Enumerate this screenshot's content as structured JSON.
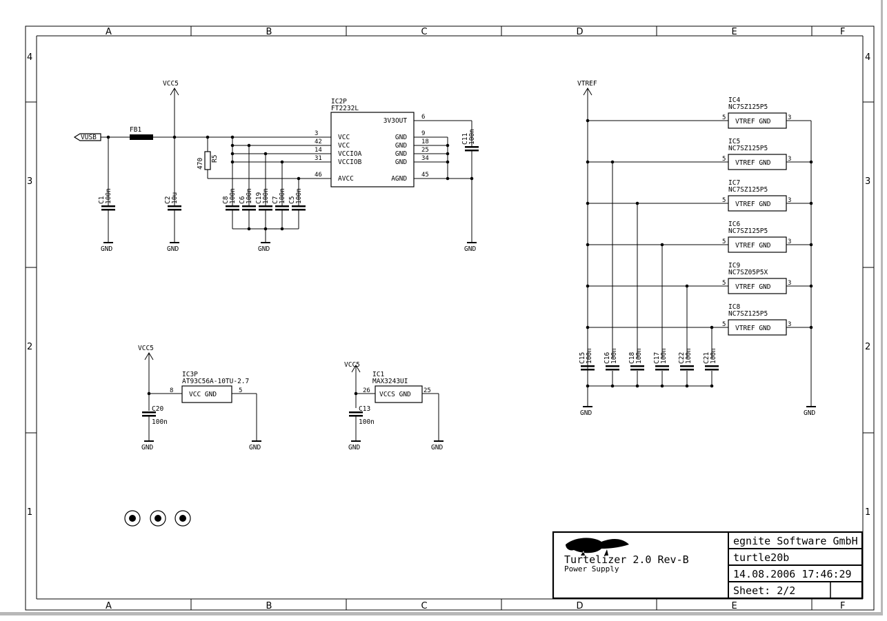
{
  "frame": {
    "columns": [
      "A",
      "B",
      "C",
      "D",
      "E",
      "F"
    ],
    "rows": [
      "4",
      "3",
      "2",
      "1"
    ]
  },
  "labels": {
    "vusb": "VUSB",
    "vcc5": "VCC5",
    "vtref": "VTREF",
    "gnd": "GND",
    "fb1": "FB1",
    "r5_val": "470",
    "r5_name": "R5"
  },
  "ic2": {
    "name": "IC2P",
    "part": "FT2232L",
    "left_pins": [
      {
        "num": "3",
        "name": "VCC"
      },
      {
        "num": "42",
        "name": "VCC"
      },
      {
        "num": "14",
        "name": "VCCIOA"
      },
      {
        "num": "31",
        "name": "VCCIOB"
      },
      {
        "num": "46",
        "name": "AVCC"
      }
    ],
    "right_pins": [
      {
        "num": "6",
        "name": "3V3OUT"
      },
      {
        "num": "9",
        "name": "GND"
      },
      {
        "num": "18",
        "name": "GND"
      },
      {
        "num": "25",
        "name": "GND"
      },
      {
        "num": "34",
        "name": "GND"
      },
      {
        "num": "45",
        "name": "AGND"
      }
    ]
  },
  "caps_top": [
    {
      "name": "C1",
      "value": "100n"
    },
    {
      "name": "C2",
      "value": "10u"
    },
    {
      "name": "C8",
      "value": "100n"
    },
    {
      "name": "C6",
      "value": "100n"
    },
    {
      "name": "C19",
      "value": "100n"
    },
    {
      "name": "C7",
      "value": "100n"
    },
    {
      "name": "C5",
      "value": "100n"
    },
    {
      "name": "C11",
      "value": "100n"
    }
  ],
  "buffers": [
    {
      "name": "IC4",
      "part": "NC7SZ125P5",
      "pin_in": "5",
      "pin_out": "3",
      "text": "VTREF  GND"
    },
    {
      "name": "IC5",
      "part": "NC7SZ125P5",
      "pin_in": "5",
      "pin_out": "3",
      "text": "VTREF  GND"
    },
    {
      "name": "IC7",
      "part": "NC7SZ125P5",
      "pin_in": "5",
      "pin_out": "3",
      "text": "VTREF  GND"
    },
    {
      "name": "IC6",
      "part": "NC7SZ125P5",
      "pin_in": "5",
      "pin_out": "3",
      "text": "VTREF  GND"
    },
    {
      "name": "IC9",
      "part": "NC7SZ05P5X",
      "pin_in": "5",
      "pin_out": "3",
      "text": "VTREF  GND"
    },
    {
      "name": "IC8",
      "part": "NC7SZ125P5",
      "pin_in": "5",
      "pin_out": "3",
      "text": "VTREF  GND"
    }
  ],
  "caps_right": [
    {
      "name": "C15",
      "value": "100n"
    },
    {
      "name": "C16",
      "value": "100n"
    },
    {
      "name": "C18",
      "value": "100n"
    },
    {
      "name": "C17",
      "value": "100n"
    },
    {
      "name": "C22",
      "value": "100n"
    },
    {
      "name": "C21",
      "value": "100n"
    }
  ],
  "ic3": {
    "name": "IC3P",
    "part": "AT93C56A-10TU-2.7",
    "pin_left": "8",
    "pin_right": "5",
    "text": "VCC  GND",
    "cap_name": "C20",
    "cap_value": "100n"
  },
  "ic1": {
    "name": "IC1",
    "part": "MAX3243UI",
    "pin_left": "26",
    "pin_right": "25",
    "text": "VCCS GND",
    "cap_name": "C13",
    "cap_value": "100n"
  },
  "title_block": {
    "project": "Turtelizer 2.0 Rev-B",
    "sheet_title": "Power Supply",
    "company": "egnite Software GmbH",
    "filename": "turtle20b",
    "datetime": "14.08.2006 17:46:29",
    "sheet": "Sheet: 2/2"
  }
}
